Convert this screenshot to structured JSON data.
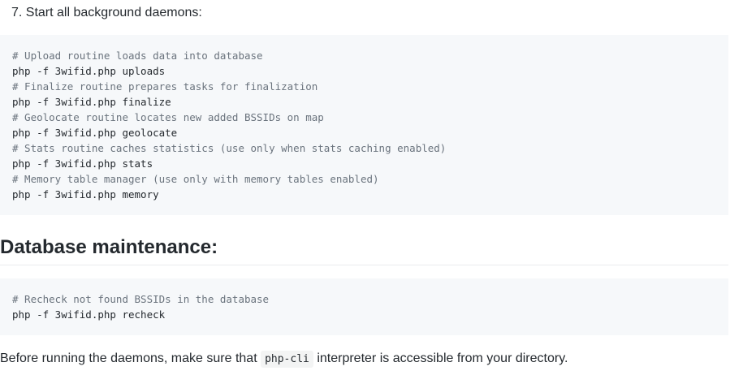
{
  "step": {
    "text": "7. Start all background daemons:"
  },
  "code_block_1": {
    "lines": [
      {
        "kind": "comment",
        "text": "# Upload routine loads data into database"
      },
      {
        "kind": "cmd",
        "text": "php -f 3wifid.php uploads"
      },
      {
        "kind": "comment",
        "text": "# Finalize routine prepares tasks for finalization"
      },
      {
        "kind": "cmd",
        "text": "php -f 3wifid.php finalize"
      },
      {
        "kind": "comment",
        "text": "# Geolocate routine locates new added BSSIDs on map"
      },
      {
        "kind": "cmd",
        "text": "php -f 3wifid.php geolocate"
      },
      {
        "kind": "comment",
        "text": "# Stats routine caches statistics (use only when stats caching enabled)"
      },
      {
        "kind": "cmd",
        "text": "php -f 3wifid.php stats"
      },
      {
        "kind": "comment",
        "text": "# Memory table manager (use only with memory tables enabled)"
      },
      {
        "kind": "cmd",
        "text": "php -f 3wifid.php memory"
      }
    ]
  },
  "section": {
    "heading": "Database maintenance:"
  },
  "code_block_2": {
    "lines": [
      {
        "kind": "comment",
        "text": "# Recheck not found BSSIDs in the database"
      },
      {
        "kind": "cmd",
        "text": "php -f 3wifid.php recheck"
      }
    ]
  },
  "paragraph": {
    "before": "Before running the daemons, make sure that ",
    "code": "php-cli",
    "after": " interpreter is accessible from your directory."
  }
}
